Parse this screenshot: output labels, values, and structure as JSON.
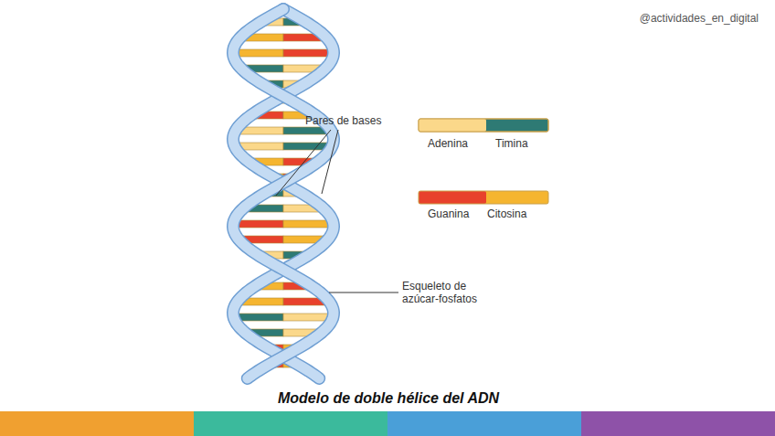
{
  "diagram": {
    "caption": "Modelo de doble hélice del ADN",
    "labels": [
      "@actividades_en_digital",
      "Pares de bases",
      "Adenina",
      "Timina",
      "Guanina",
      "Citosina",
      "Esqueleto de azúcar-fosfatos"
    ]
  }
}
